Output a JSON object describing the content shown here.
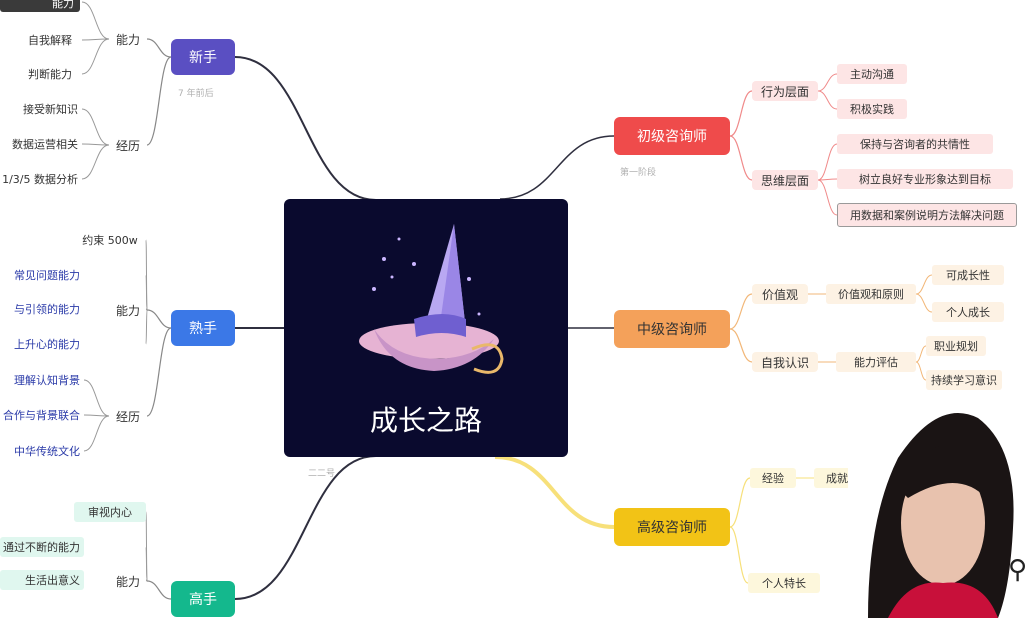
{
  "colors": {
    "background": "#ffffff",
    "root_bg": "#0a0a2e",
    "purple": "#5a4fc2",
    "blue": "#3b78e7",
    "teal": "#14b88d",
    "red": "#ef4b4b",
    "orange": "#f4a15a",
    "yellow": "#f2c316",
    "line_dark": "#2f2f3f",
    "line_red": "#f08a8a",
    "line_orange": "#f2b778",
    "line_yellow": "#f7e07a"
  },
  "root": {
    "title": "成长之路",
    "note": "二二号"
  },
  "left": {
    "newbie": {
      "label": "新手",
      "note": "7 年前后",
      "abilities": {
        "label": "能力",
        "items": [
          "能力",
          "自我解释",
          "判断能力"
        ]
      },
      "experience": {
        "label": "经历",
        "items": [
          "接受新知识",
          "数据运营相关",
          "1/3/5 数据分析"
        ]
      }
    },
    "skilled": {
      "label": "熟手",
      "abilities": {
        "label": "能力",
        "items": [
          "常见问题能力",
          "与引领的能力",
          "上升心的能力"
        ],
        "top": "约束 500w"
      },
      "experience": {
        "label": "经历",
        "items": [
          "理解认知背景",
          "合作与背景联合",
          "中华传统文化"
        ]
      }
    },
    "expert": {
      "label": "高手",
      "abilities": {
        "label": "能力",
        "top": "审视内心",
        "items": [
          "通过不断的能力",
          "生活出意义"
        ]
      }
    }
  },
  "right": {
    "junior": {
      "label": "初级咨询师",
      "note": "第一阶段",
      "action": {
        "label": "行为层面",
        "items": [
          "主动沟通",
          "积极实践"
        ]
      },
      "thought": {
        "label": "思维层面",
        "items": [
          "保持与咨询者的共情性",
          "树立良好专业形象达到目标",
          "用数据和案例说明方法解决问题"
        ]
      }
    },
    "mid": {
      "label": "中级咨询师",
      "value": {
        "label": "价值观",
        "mid": "价值观和原则",
        "items": [
          "可成长性",
          "个人成长"
        ]
      },
      "self": {
        "label": "自我认识",
        "mid": "能力评估",
        "items": [
          "职业规划",
          "持续学习意识"
        ]
      }
    },
    "senior": {
      "label": "高级咨询师",
      "items": [
        "经验",
        "成就",
        "个人特长"
      ]
    }
  }
}
